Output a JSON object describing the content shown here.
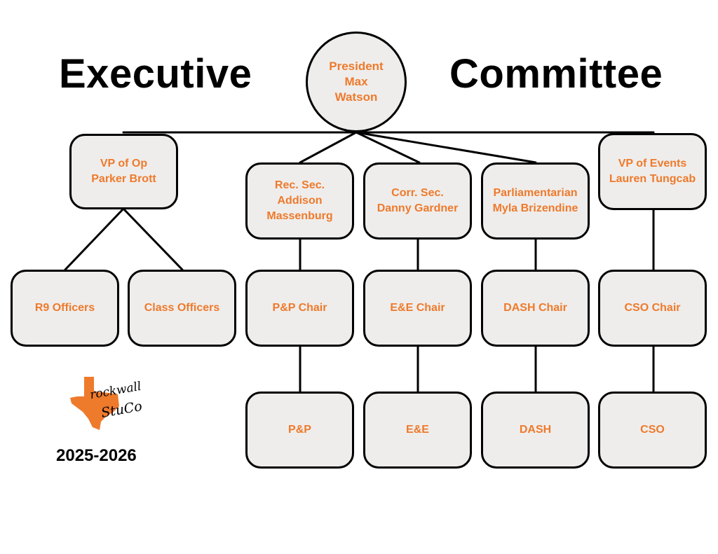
{
  "title": {
    "left": "Executive",
    "right": "Committee"
  },
  "nodes": {
    "president": "President\nMax\nWatson",
    "vp_op": "VP of Op\nParker Brott",
    "rec_sec": "Rec. Sec.\nAddison\nMassenburg",
    "corr_sec": "Corr. Sec.\nDanny Gardner",
    "parliamentarian": "Parliamentarian\nMyla Brizendine",
    "vp_events": "VP of Events\nLauren Tungcab",
    "r9_officers": "R9 Officers",
    "class_officers": "Class Officers",
    "pp_chair": "P&P Chair",
    "ee_chair": "E&E Chair",
    "dash_chair": "DASH Chair",
    "cso_chair": "CSO Chair",
    "pp": "P&P",
    "ee": "E&E",
    "dash": "DASH",
    "cso": "CSO"
  },
  "logo": {
    "line1": "rockwall",
    "line2": "StuCo",
    "icon": "texas-map-icon"
  },
  "year": "2025-2026",
  "colors": {
    "accent": "#ee7a2c",
    "node_fill": "#efedeb",
    "line": "#000000"
  }
}
